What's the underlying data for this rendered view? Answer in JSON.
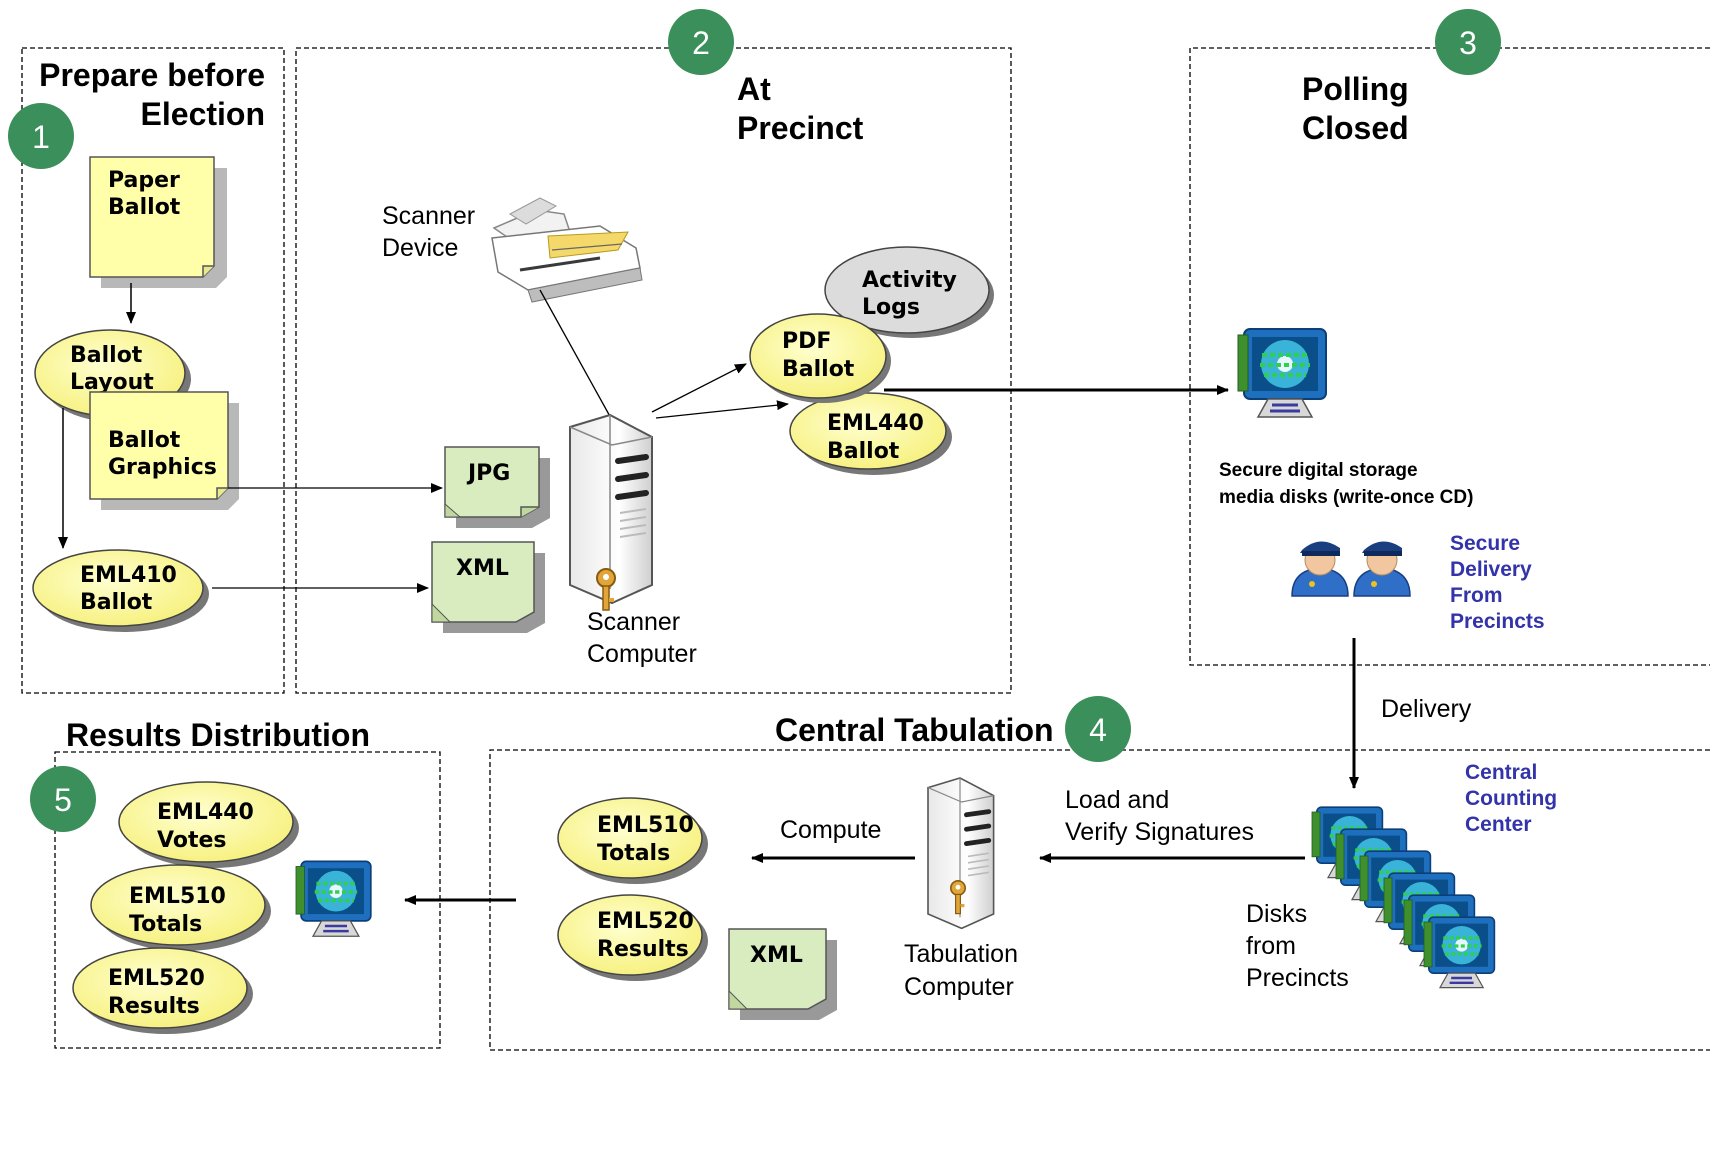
{
  "sections": {
    "prepare": {
      "badge": "1",
      "title_lines": [
        "Prepare before",
        "Election"
      ]
    },
    "precinct": {
      "badge": "2",
      "title_lines": [
        "At",
        "Precinct"
      ]
    },
    "polling": {
      "badge": "3",
      "title_lines": [
        "Polling",
        "Closed"
      ]
    },
    "tabulation": {
      "badge": "4",
      "title": "Central Tabulation"
    },
    "results": {
      "badge": "5",
      "title": "Results Distribution"
    }
  },
  "nodes": {
    "paper_ballot": [
      "Paper",
      "Ballot"
    ],
    "ballot_layout": [
      "Ballot",
      "Layout"
    ],
    "ballot_graphics": [
      "Ballot",
      "Graphics"
    ],
    "eml410": [
      "EML410",
      "Ballot"
    ],
    "jpg": "JPG",
    "xml_precinct": "XML",
    "scanner_device": [
      "Scanner",
      "Device"
    ],
    "scanner_computer": [
      "Scanner",
      "Computer"
    ],
    "activity_logs": [
      "Activity",
      "Logs"
    ],
    "pdf_ballot": [
      "PDF",
      "Ballot"
    ],
    "eml440_ballot": [
      "EML440",
      "Ballot"
    ],
    "secure_storage": [
      "Secure digital storage",
      "media disks (write-once CD)"
    ],
    "secure_delivery": [
      "Secure",
      "Delivery",
      "From",
      "Precincts"
    ],
    "delivery": "Delivery",
    "central_counting": [
      "Central",
      "Counting",
      "Center"
    ],
    "disks_from_precincts": [
      "Disks",
      "from",
      "Precincts"
    ],
    "load_verify": [
      "Load and",
      "Verify Signatures"
    ],
    "tabulation_computer": [
      "Tabulation",
      "Computer"
    ],
    "compute": "Compute",
    "eml510_totals": [
      "EML510",
      "Totals"
    ],
    "eml520_results": [
      "EML520",
      "Results"
    ],
    "xml_tab": "XML",
    "res_eml440": [
      "EML440",
      "Votes"
    ],
    "res_eml510": [
      "EML510",
      "Totals"
    ],
    "res_eml520": [
      "EML520",
      "Results"
    ]
  },
  "colors": {
    "badge": "#3a8f5a",
    "note_yellow": "#ffffaa",
    "ellipse_yellow": "#ffffa8",
    "note_green": "#d8ecc0",
    "ellipse_gray": "#dcdcdc",
    "blue_text": "#3333aa"
  }
}
